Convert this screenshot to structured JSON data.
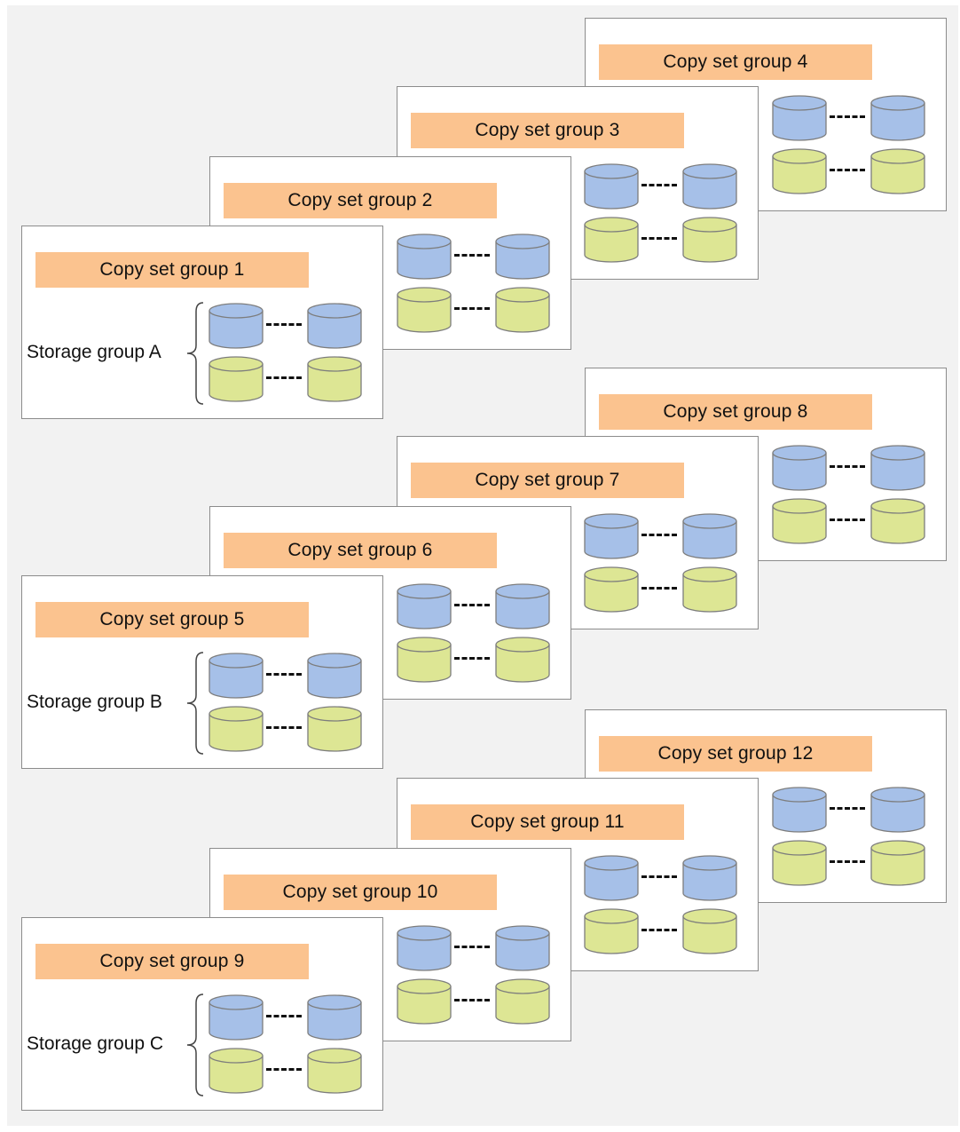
{
  "diagram": {
    "colors": {
      "background": "#f2f2f2",
      "card": "#ffffff",
      "card_border": "#8c8c8c",
      "title_fill": "#fbc38f",
      "disk_blue": "#a6c0e8",
      "disk_yellow": "#dde694"
    },
    "cards": [
      {
        "title": "Copy set group 1"
      },
      {
        "title": "Copy set group 2"
      },
      {
        "title": "Copy set group 3"
      },
      {
        "title": "Copy set group 4"
      },
      {
        "title": "Copy set group 5"
      },
      {
        "title": "Copy set group 6"
      },
      {
        "title": "Copy set group 7"
      },
      {
        "title": "Copy set group 8"
      },
      {
        "title": "Copy set group 9"
      },
      {
        "title": "Copy set group 10"
      },
      {
        "title": "Copy set group 11"
      },
      {
        "title": "Copy set group 12"
      }
    ],
    "storage_groups": [
      {
        "label": "Storage group A"
      },
      {
        "label": "Storage group B"
      },
      {
        "label": "Storage group C"
      }
    ]
  }
}
